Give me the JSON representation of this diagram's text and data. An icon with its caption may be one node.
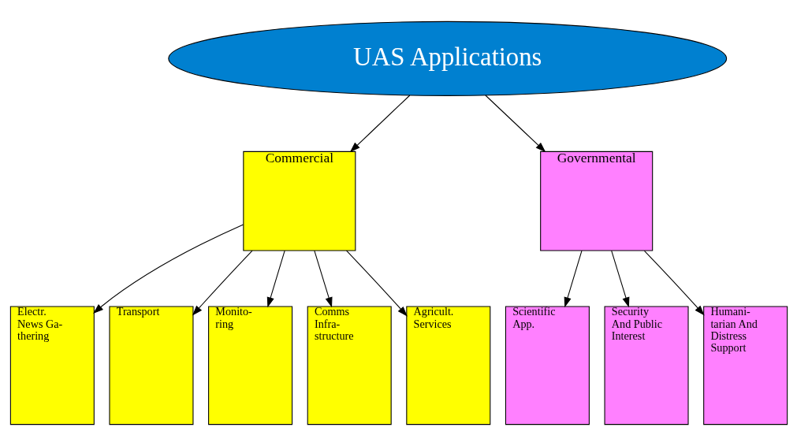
{
  "diagram": {
    "nodes": [
      {
        "text": [
          "UAS Applications"
        ]
      },
      {
        "text": [
          "Commercial"
        ]
      },
      {
        "text": [
          "Governmental"
        ]
      },
      {
        "text": [
          "Electr. News Ga- thering"
        ]
      },
      {
        "text": [
          "Transport"
        ]
      },
      {
        "text": [
          "Monito- ring"
        ]
      },
      {
        "text": [
          "Comms Infra- structure"
        ]
      },
      {
        "text": [
          "Agricult. Services"
        ]
      },
      {
        "text": [
          "Scientific App."
        ]
      },
      {
        "text": [
          "Security And Public Interest"
        ]
      },
      {
        "text": [
          "Humani- tarian And Distress Support"
        ]
      }
    ],
    "edges": [
      {
        "from": 0,
        "to": 1,
        "arrow": "to"
      },
      {
        "from": 0,
        "to": 2,
        "arrow": "to"
      },
      {
        "from": 1,
        "to": 3,
        "arrow": "to"
      },
      {
        "from": 1,
        "to": 4,
        "arrow": "to"
      },
      {
        "from": 1,
        "to": 5,
        "arrow": "to"
      },
      {
        "from": 1,
        "to": 6,
        "arrow": "to"
      },
      {
        "from": 1,
        "to": 7,
        "arrow": "to"
      },
      {
        "from": 2,
        "to": 8,
        "arrow": "to"
      },
      {
        "from": 2,
        "to": 9,
        "arrow": "to"
      },
      {
        "from": 2,
        "to": 10,
        "arrow": "to"
      }
    ]
  }
}
